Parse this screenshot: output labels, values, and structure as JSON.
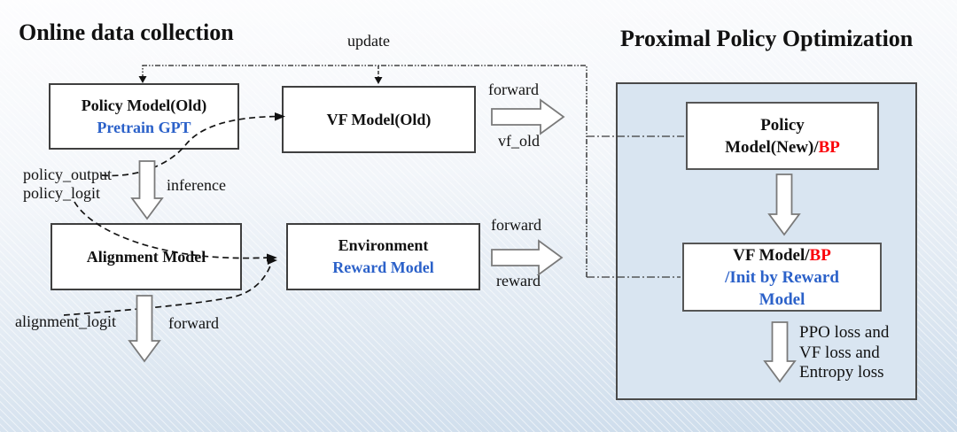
{
  "titles": {
    "left": "Online data collection",
    "right": "Proximal Policy Optimization"
  },
  "boxes": {
    "policy_old": {
      "title": "Policy Model(Old)",
      "subtitle": "Pretrain GPT"
    },
    "vf_old": {
      "title": "VF Model(Old)"
    },
    "alignment": {
      "title": "Alignment Model"
    },
    "environment": {
      "title": "Environment",
      "subtitle": "Reward Model"
    },
    "policy_new": {
      "line1": "Policy",
      "line2_prefix": "Model(New)/",
      "line2_bp": "BP"
    },
    "vf_new": {
      "line1_prefix": "VF Model/",
      "line1_bp": "BP",
      "line2": "/Init by Reward",
      "line3": "Model"
    }
  },
  "labels": {
    "update": "update",
    "policy_output": "policy_output",
    "policy_logit": "policy_logit",
    "inference": "inference",
    "alignment_logit": "alignment_logit",
    "forward_alignment": "forward",
    "forward_vf": "forward",
    "vf_old_out": "vf_old",
    "forward_env": "forward",
    "reward_out": "reward",
    "loss_line1": "PPO loss and",
    "loss_line2": "VF loss and",
    "loss_line3": "Entropy loss"
  },
  "colors": {
    "accent_blue": "#2b61c9",
    "accent_red": "#fb0007",
    "panel_fill": "#d9e5f1",
    "box_border": "#3f3f3f"
  }
}
